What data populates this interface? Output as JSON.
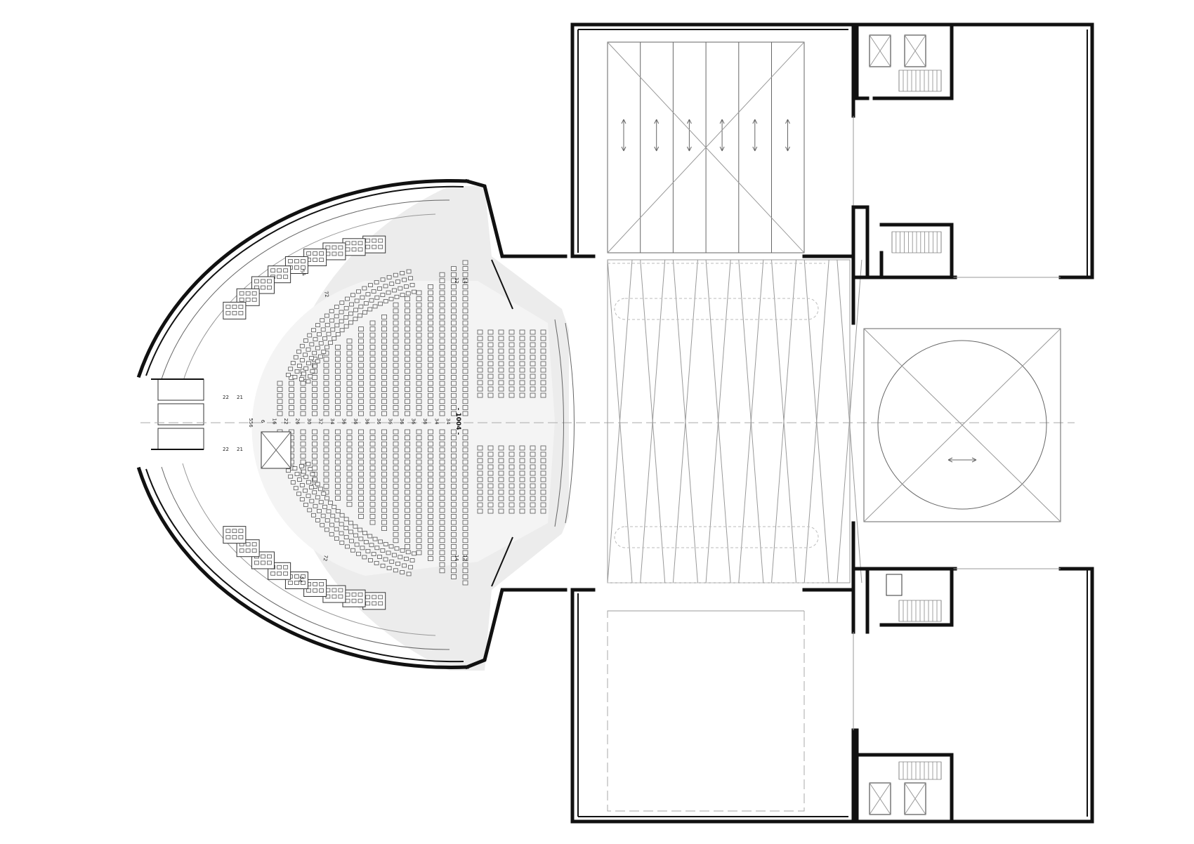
{
  "drawing": {
    "dimension_label": "- 1004 -",
    "total_seats": "556",
    "row_counts_center": [
      "6",
      "16",
      "22",
      "26",
      "30",
      "32",
      "34",
      "36",
      "36",
      "36",
      "36",
      "36",
      "36",
      "36",
      "36",
      "34",
      "34"
    ],
    "side_labels": {
      "balcony_top": "54",
      "balcony_bottom": "54",
      "ring_top": "72",
      "ring_bottom": "72",
      "box_top_a": "12",
      "box_top_b": "14",
      "box_bottom_a": "14",
      "box_bottom_b": "12",
      "rear_top_a": "22",
      "rear_top_b": "21",
      "rear_bottom_a": "22",
      "rear_bottom_b": "21"
    }
  },
  "colors": {
    "wall": "#111111",
    "line": "#999999",
    "floor": "#ececec"
  }
}
